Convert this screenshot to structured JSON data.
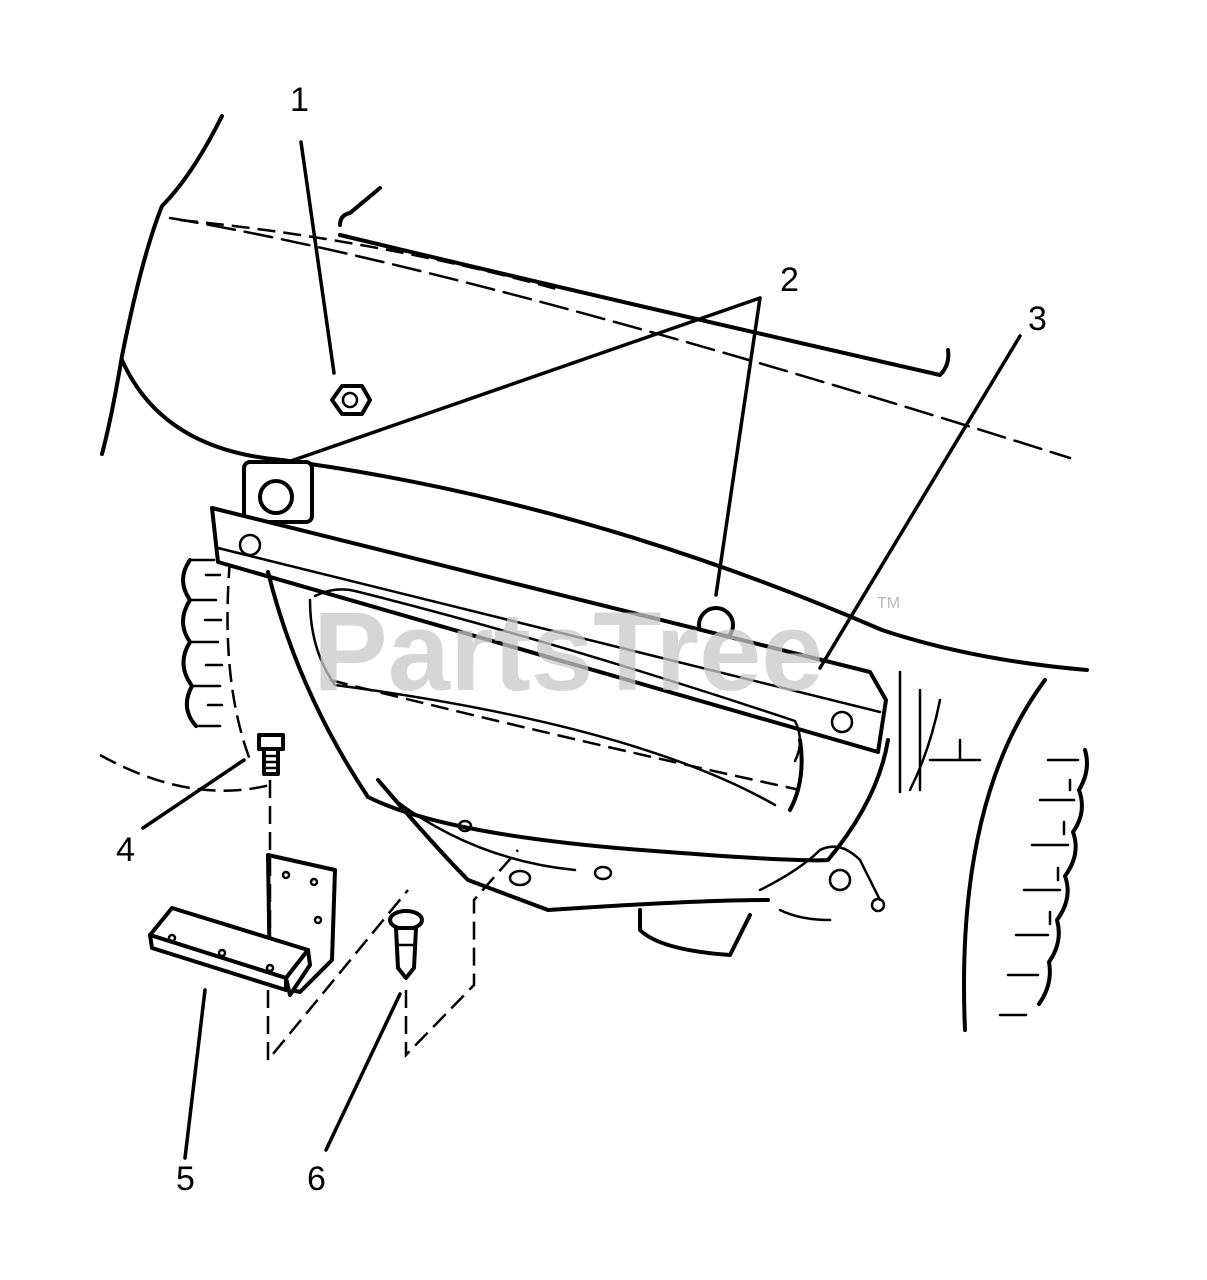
{
  "callouts": {
    "c1": "1",
    "c2": "2",
    "c3": "3",
    "c4": "4",
    "c5": "5",
    "c6": "6"
  },
  "watermark": {
    "text": "PartsTree",
    "tm": "TM"
  },
  "colors": {
    "line": "#000000",
    "background": "#ffffff",
    "watermark": "#c9c9c9"
  }
}
